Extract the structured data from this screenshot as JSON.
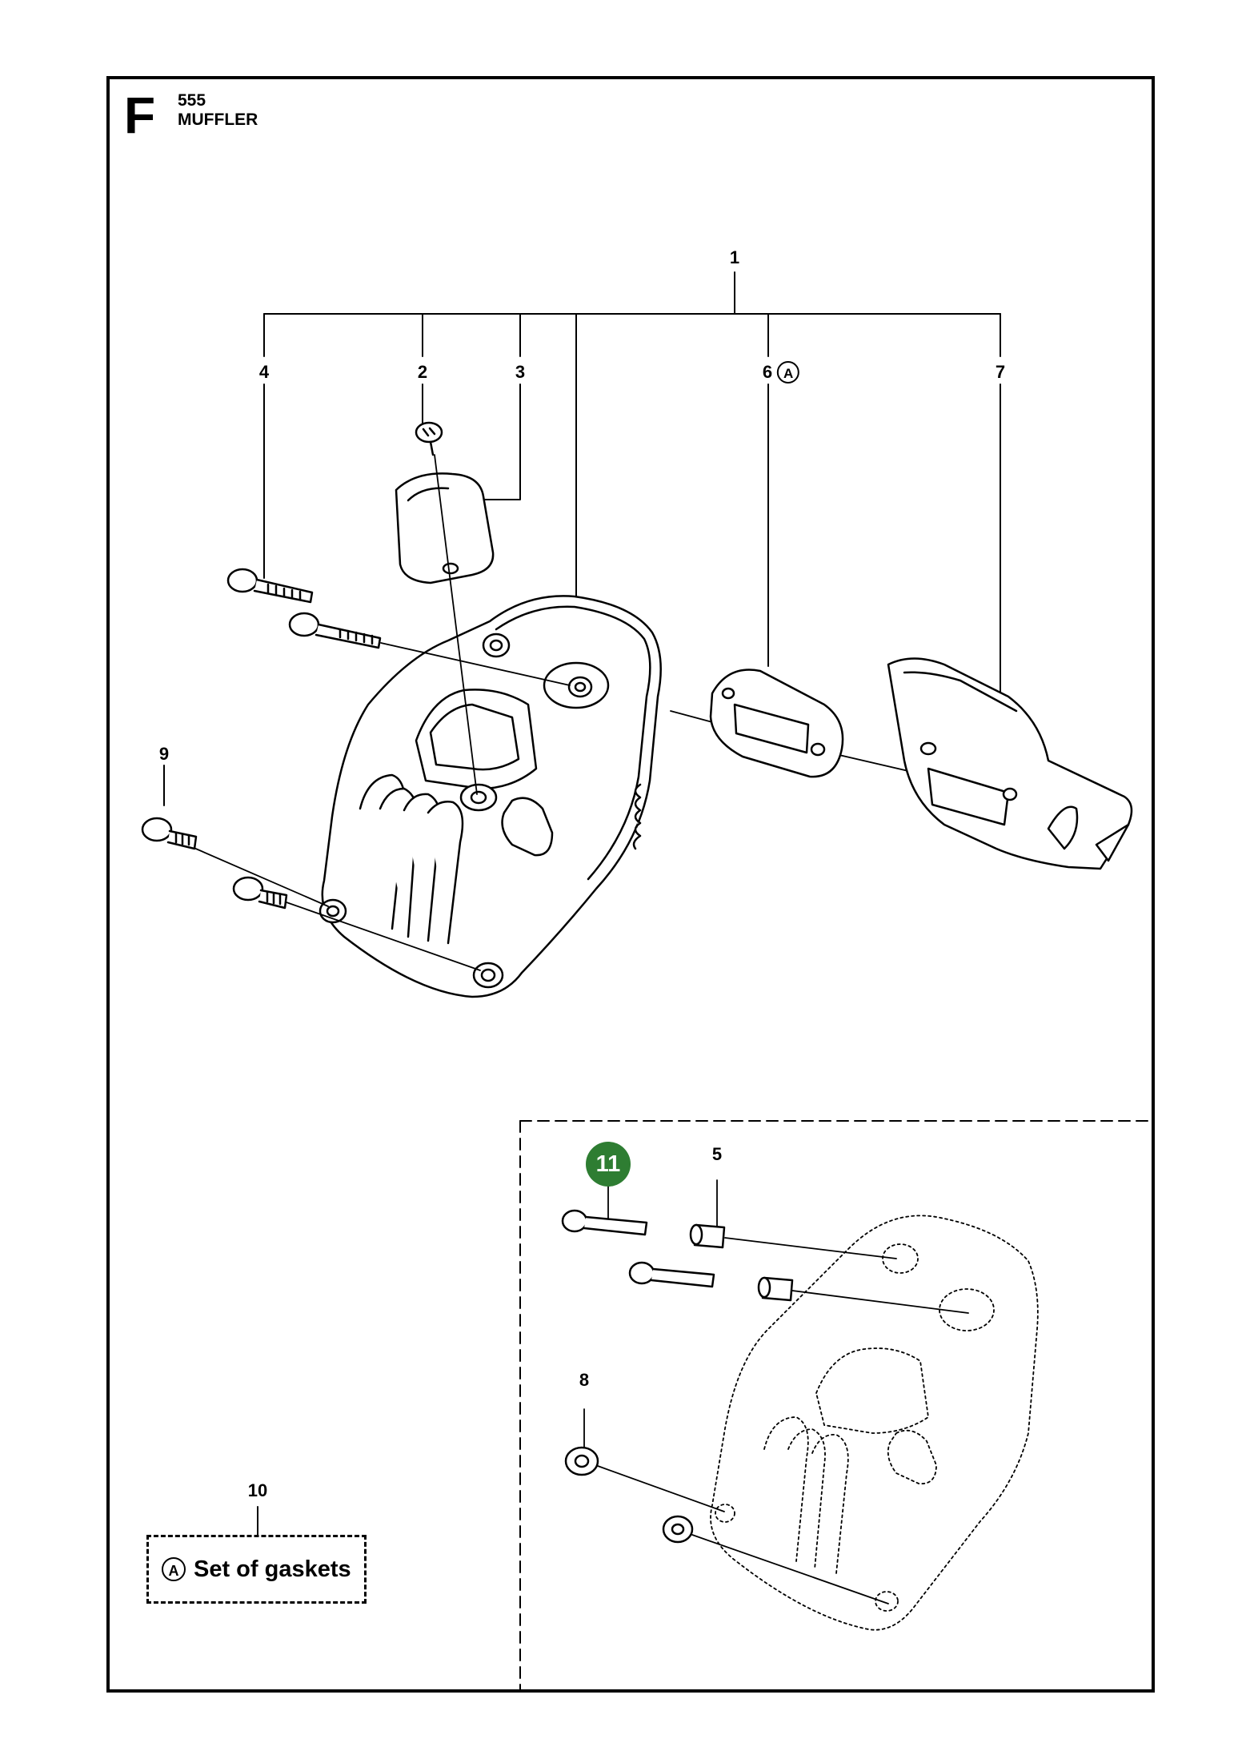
{
  "header": {
    "section_letter": "F",
    "model": "555",
    "title": "MUFFLER"
  },
  "callouts": {
    "c1": "1",
    "c2": "2",
    "c3": "3",
    "c4": "4",
    "c5": "5",
    "c6": "6",
    "c7": "7",
    "c8": "8",
    "c9": "9",
    "c10": "10",
    "c11": "11",
    "ref_symbol": "A"
  },
  "note": {
    "ref_symbol": "A",
    "text": "Set of gaskets"
  },
  "colors": {
    "badge": "#2e7d32",
    "line": "#000000"
  }
}
